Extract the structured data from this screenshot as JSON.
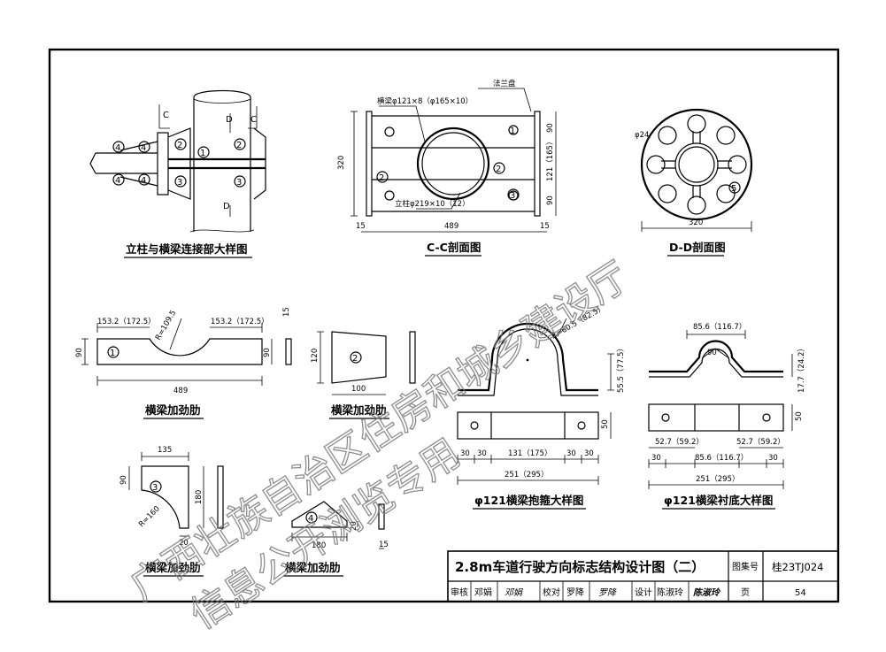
{
  "title_block": {
    "title": "2.8m车道行驶方向标志结构设计图（二）",
    "atlas_label": "图集号",
    "atlas_no": "桂23TJ024",
    "review_label": "审核",
    "reviewer": "邓娟",
    "review_sign": "邓娟",
    "check_label": "校对",
    "checker": "罗降",
    "check_sign": "罗降",
    "design_label": "设计",
    "designer": "陈淑玲",
    "design_sign": "陈淑玲",
    "page_label": "页",
    "page_no": "54"
  },
  "views": {
    "joint": {
      "caption": "立柱与横梁连接部大样图",
      "c1": "C",
      "c2": "C",
      "d1": "D",
      "d2": "D",
      "n1": "1",
      "n2a": "2",
      "n2b": "2",
      "n3a": "3",
      "n3b": "3",
      "n4a": "4",
      "n4b": "4"
    },
    "cc": {
      "caption": "C-C剖面图",
      "flange": "法兰盘",
      "beam": "横梁φ121×8（φ165×10）",
      "post": "立柱φ219×10（12）",
      "h320": "320",
      "w489": "489",
      "w15a": "15",
      "w15b": "15",
      "r90a": "90",
      "r121": "121（165）",
      "r90b": "90",
      "n1": "1",
      "n2a": "2",
      "n2b": "2",
      "n3": "3"
    },
    "dd": {
      "caption": "D-D剖面图",
      "hole": "φ24",
      "w320": "320",
      "n5": "5"
    },
    "rib1": {
      "caption": "横梁加劲肋",
      "l1": "153.2（172.5）",
      "l2": "153.2（172.5）",
      "r": "R=109.5",
      "h90a": "90",
      "h90b": "90",
      "w489": "489",
      "t15": "15",
      "n1": "1"
    },
    "rib2": {
      "caption": "横梁加劲肋",
      "h120": "120",
      "w100": "100",
      "n2": "2"
    },
    "rib3": {
      "caption": "横梁加劲肋",
      "w135": "135",
      "h90": "90",
      "h180": "180",
      "r160": "R=160",
      "w20": "20",
      "n3": "3"
    },
    "rib4": {
      "caption": "横梁加劲肋",
      "w180": "180",
      "h20": "20",
      "t15": "15",
      "n4": "4"
    },
    "hoop": {
      "caption": "φ121横梁抱箍大样图",
      "r": "R=60.5（82.5）",
      "h": "55.5（77.5）",
      "h50": "50",
      "d30a": "30",
      "d30b": "30",
      "d131": "131（175）",
      "d30c": "30",
      "d30d": "30",
      "d251": "251（295）"
    },
    "liner": {
      "caption": "φ121横梁衬底大样图",
      "w": "85.6（116.7）",
      "ang": "90°",
      "h": "17.7（24.2）",
      "h50": "50",
      "s1": "52.7（59.2）",
      "s2": "52.7（59.2）",
      "d30a": "30",
      "d85": "85.6（116.7）",
      "d30b": "30",
      "d251": "251（295）"
    }
  },
  "watermark": {
    "line1": "广西壮族自治区住房和城乡建设厅",
    "line2": "信息公开浏览专用"
  }
}
